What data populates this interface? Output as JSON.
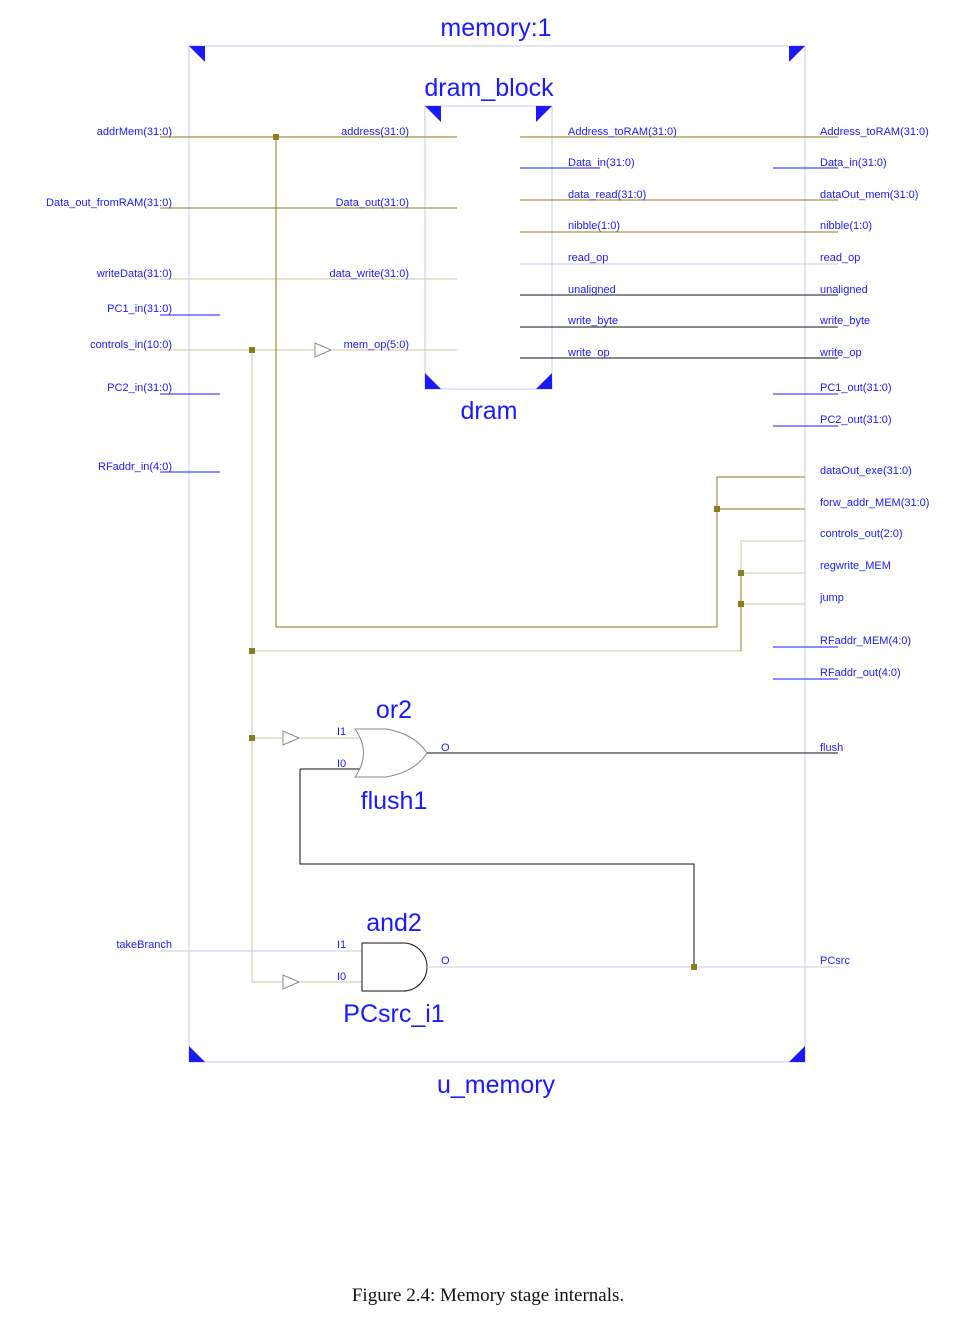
{
  "titles": {
    "top": "memory:1",
    "bottom": "u_memory",
    "block_name": "dram_block",
    "block_inst": "dram",
    "or_type": "or2",
    "or_inst": "flush1",
    "and_type": "and2",
    "and_inst": "PCsrc_i1"
  },
  "inputs": {
    "addrMem": "addrMem(31:0)",
    "data_out_fromRAM": "Data_out_fromRAM(31:0)",
    "writeData": "writeData(31:0)",
    "pc1_in": "PC1_in(31:0)",
    "controls_in": "controls_in(10:0)",
    "pc2_in": "PC2_in(31:0)",
    "rfaddr_in": "RFaddr_in(4:0)",
    "takeBranch": "takeBranch"
  },
  "dram_inputs": {
    "address": "address(31:0)",
    "data_out": "Data_out(31:0)",
    "data_write": "data_write(31:0)",
    "mem_op": "mem_op(5:0)"
  },
  "dram_outputs": {
    "address_toRAM": "Address_toRAM(31:0)",
    "data_in": "Data_in(31:0)",
    "data_read": "data_read(31:0)",
    "nibble": "nibble(1:0)",
    "read_op": "read_op",
    "unaligned": "unaligned",
    "write_byte": "write_byte",
    "write_op": "write_op"
  },
  "outputs": {
    "address_toRAM": "Address_toRAM(31:0)",
    "data_in": "Data_in(31:0)",
    "dataOut_mem": "dataOut_mem(31:0)",
    "nibble": "nibble(1:0)",
    "read_op": "read_op",
    "unaligned": "unaligned",
    "write_byte": "write_byte",
    "write_op": "write_op",
    "pc1_out": "PC1_out(31:0)",
    "pc2_out": "PC2_out(31:0)",
    "dataOut_exe": "dataOut_exe(31:0)",
    "forw_addr_mem": "forw_addr_MEM(31:0)",
    "controls_out": "controls_out(2:0)",
    "regwrite_mem": "regwrite_MEM",
    "jump": "jump",
    "rfaddr_mem": "RFaddr_MEM(4:0)",
    "rfaddr_out": "RFaddr_out(4:0)",
    "flush": "flush",
    "pcsrc": "PCsrc"
  },
  "gate_pins": {
    "or_i1": "I1",
    "or_i0": "I0",
    "or_o": "O",
    "and_i1": "I1",
    "and_i0": "I0",
    "and_o": "O"
  },
  "caption": "Figure 2.4:  Memory stage internals.",
  "colors": {
    "label": "#1a1aff",
    "bus": "#8a7d1e",
    "wire": "#111111",
    "frame": "#c8c8e6",
    "corner": "#1a1aff"
  }
}
